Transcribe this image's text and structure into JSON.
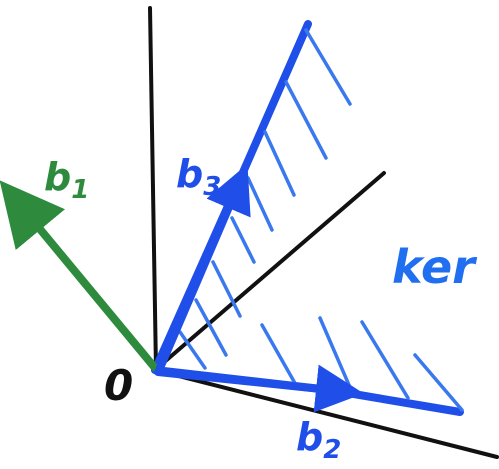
{
  "labels": {
    "origin": "0",
    "b1": "b",
    "b1_sub": "1",
    "b2": "b",
    "b2_sub": "2",
    "b3": "b",
    "b3_sub": "3",
    "kernel": "ker"
  },
  "colors": {
    "axis": "#111111",
    "b1": "#2e8b3e",
    "cone": "#1f4fe8",
    "cone_light": "#3a78f0",
    "kernel_text": "#1f6ff0",
    "origin_text": "#111111"
  }
}
